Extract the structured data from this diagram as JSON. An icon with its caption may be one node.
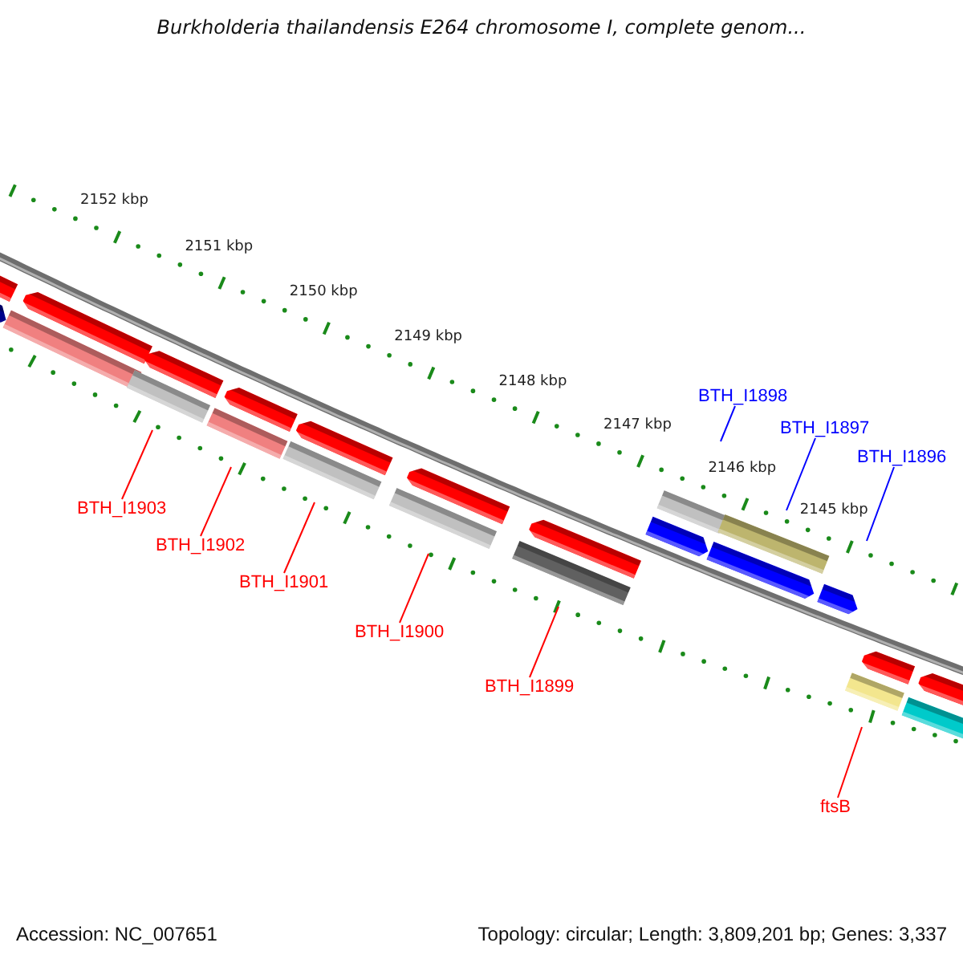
{
  "diagram": {
    "title": "Burkholderia thailandensis E264 chromosome I, complete genom...",
    "nodes": [
      {
        "text": [
          "BTH_I1898"
        ]
      },
      {
        "text": [
          "BTH_I1897"
        ]
      },
      {
        "text": [
          "BTH_I1896"
        ]
      },
      {
        "text": [
          "BTH_I1903"
        ]
      },
      {
        "text": [
          "BTH_I1902"
        ]
      },
      {
        "text": [
          "BTH_I1901"
        ]
      },
      {
        "text": [
          "BTH_I1900"
        ]
      },
      {
        "text": [
          "BTH_I1899"
        ]
      },
      {
        "text": [
          "ftsB"
        ]
      }
    ],
    "edges": [
      {
        "from": 0,
        "to": null,
        "arrow": "none",
        "color": "#0000ff"
      },
      {
        "from": 1,
        "to": null,
        "arrow": "none",
        "color": "#0000ff"
      },
      {
        "from": 2,
        "to": null,
        "arrow": "none",
        "color": "#0000ff"
      },
      {
        "from": 3,
        "to": null,
        "arrow": "none"
      },
      {
        "from": 4,
        "to": null,
        "arrow": "none"
      },
      {
        "from": 5,
        "to": null,
        "arrow": "none"
      },
      {
        "from": 6,
        "to": null,
        "arrow": "none"
      },
      {
        "from": 7,
        "to": null,
        "arrow": "none"
      },
      {
        "from": 8,
        "to": null,
        "arrow": "none"
      }
    ],
    "labels": [
      "2152 kbp",
      "2151 kbp",
      "2150 kbp",
      "2149 kbp",
      "2148 kbp",
      "2147 kbp",
      "2146 kbp",
      "2145 kbp",
      "Accession: NC_007651",
      "Topology: circular; Length: 3,809,201 bp; Genes: 3,337"
    ]
  }
}
